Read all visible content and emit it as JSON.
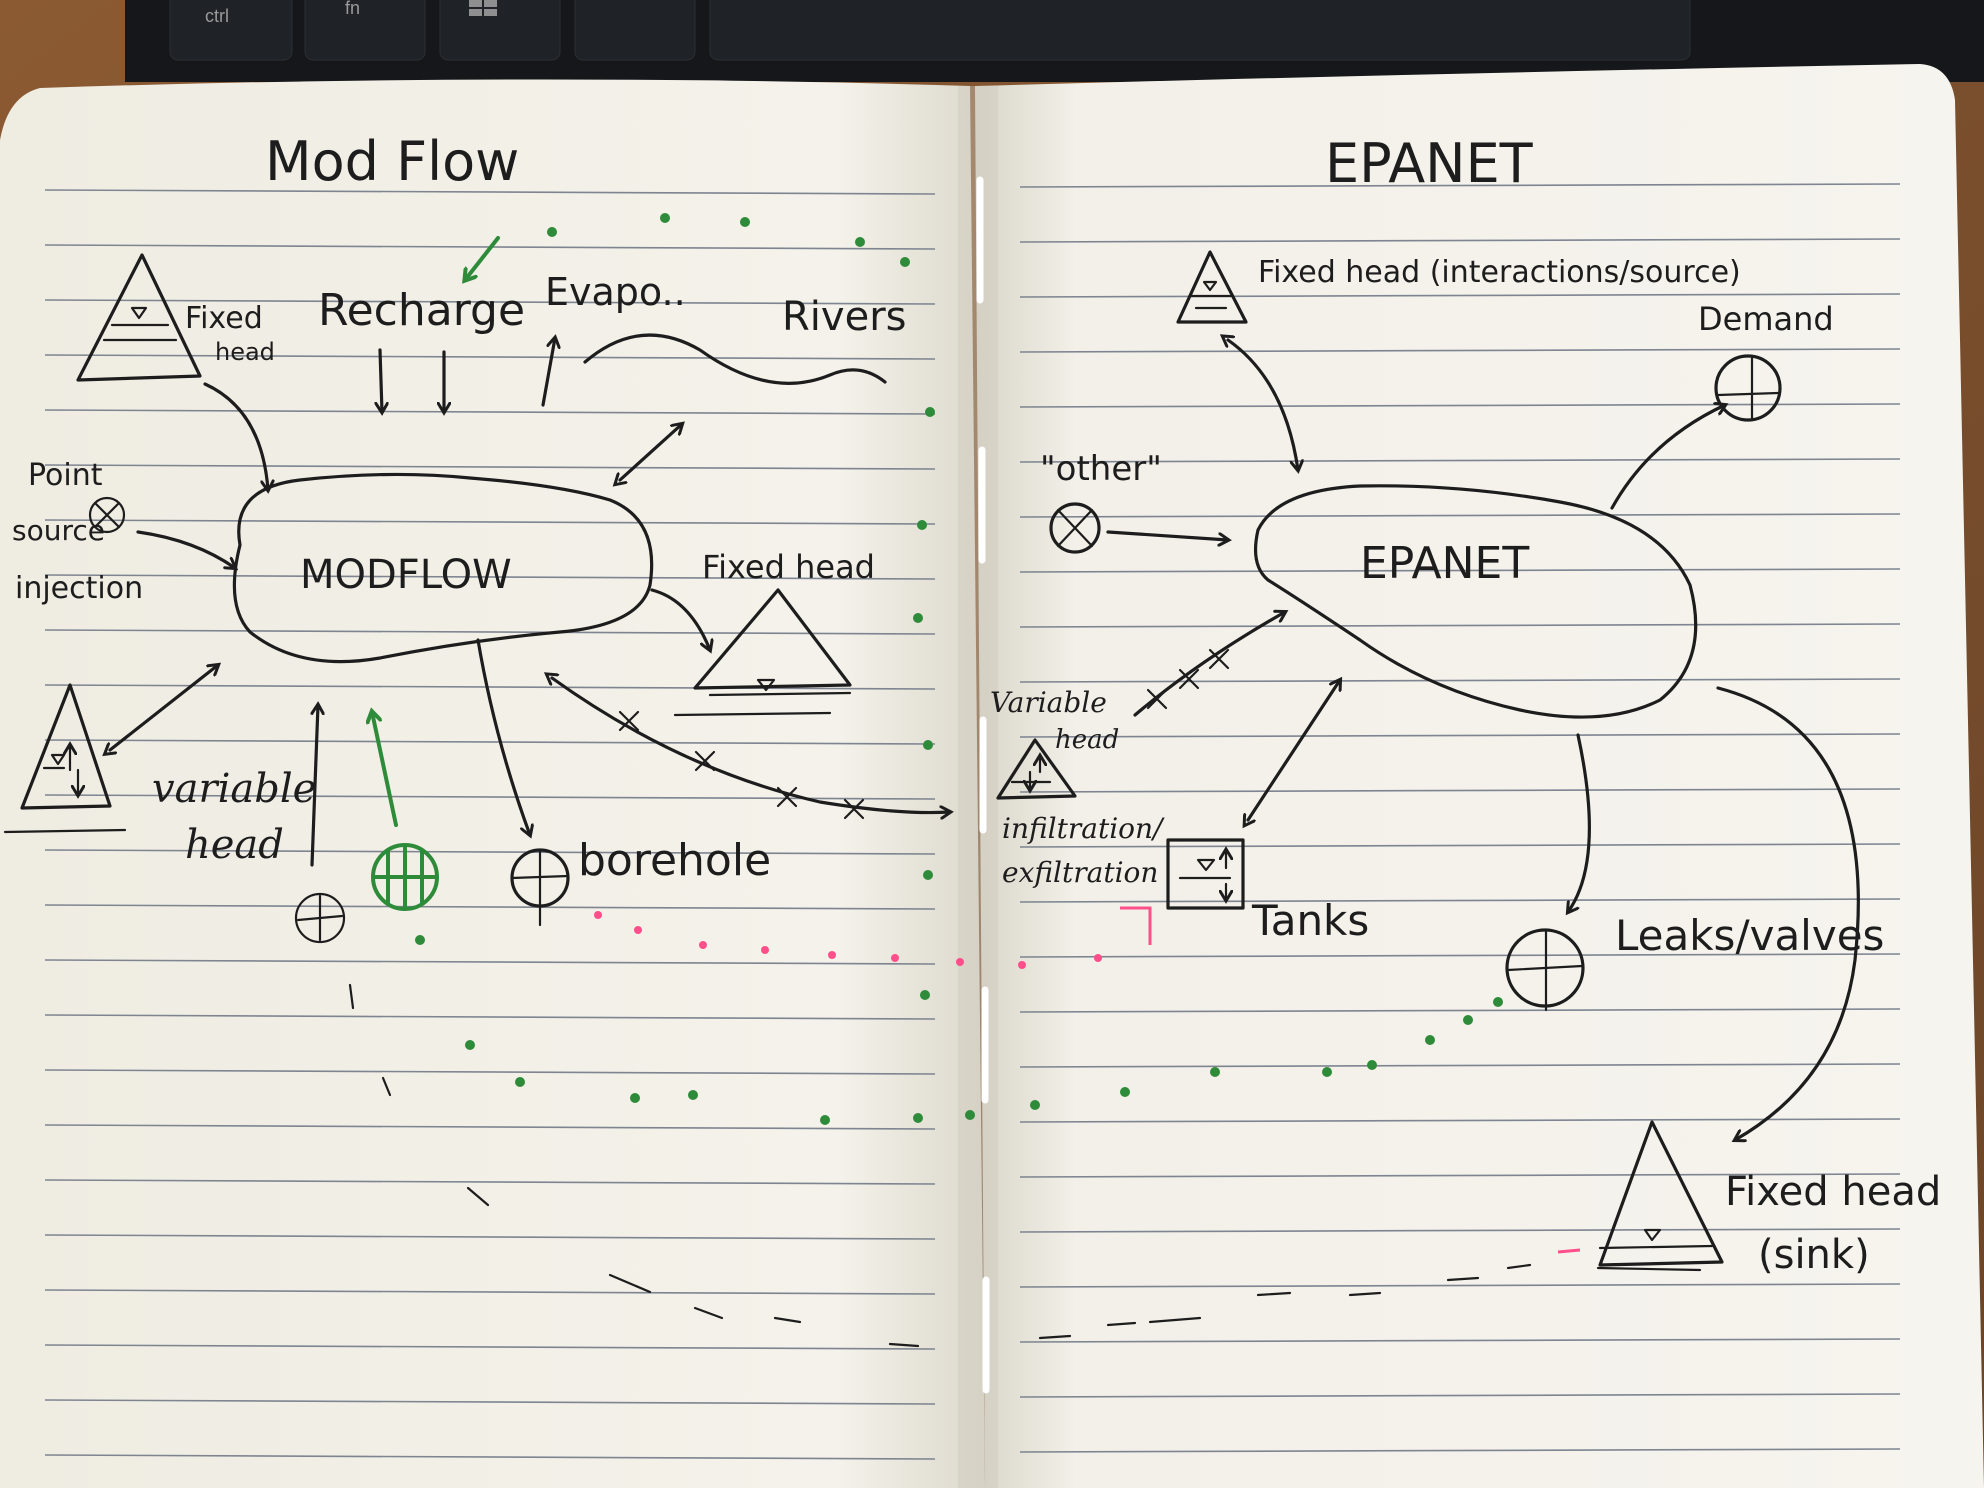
{
  "colors": {
    "ink": "#1d1d1d",
    "green_ink": "#2e8b3a",
    "pink_marker": "#ff4f8b",
    "paper": "#f3f1ea",
    "keyboard": "#15171a"
  },
  "keyboard_keys": [
    "ctrl",
    "fn",
    "windows-key"
  ],
  "left_page": {
    "title": "Mod Flow",
    "center_blob": "MODFLOW",
    "labels": {
      "fixed": "Fixed",
      "fixed_head": "head",
      "recharge": "Recharge",
      "evapo": "Evapo..",
      "rivers": "Rivers",
      "point": "Point",
      "source": "source",
      "injection": "injection",
      "fixed_head_right": "Fixed head",
      "variable": "variable",
      "head": "head",
      "borehole": "borehole"
    }
  },
  "right_page": {
    "title": "EPANET",
    "center_blob": "EPANET",
    "labels": {
      "fixed_head_top": "Fixed head (interactions/source)",
      "demand": "Demand",
      "other": "\"other\"",
      "variable_head_1": "Variable",
      "variable_head_2": "head",
      "infiltration": "infiltration/",
      "exfiltration": "exfiltration",
      "tanks": "Tanks",
      "leaks_valves": "Leaks/valves",
      "fixed_head_sink_1": "Fixed head",
      "fixed_head_sink_2": "(sink)"
    }
  },
  "icons": [
    "fixed-head-triangle-icon",
    "well-circle-icon",
    "tank-icon",
    "arrow-icon",
    "river-wave-icon"
  ]
}
